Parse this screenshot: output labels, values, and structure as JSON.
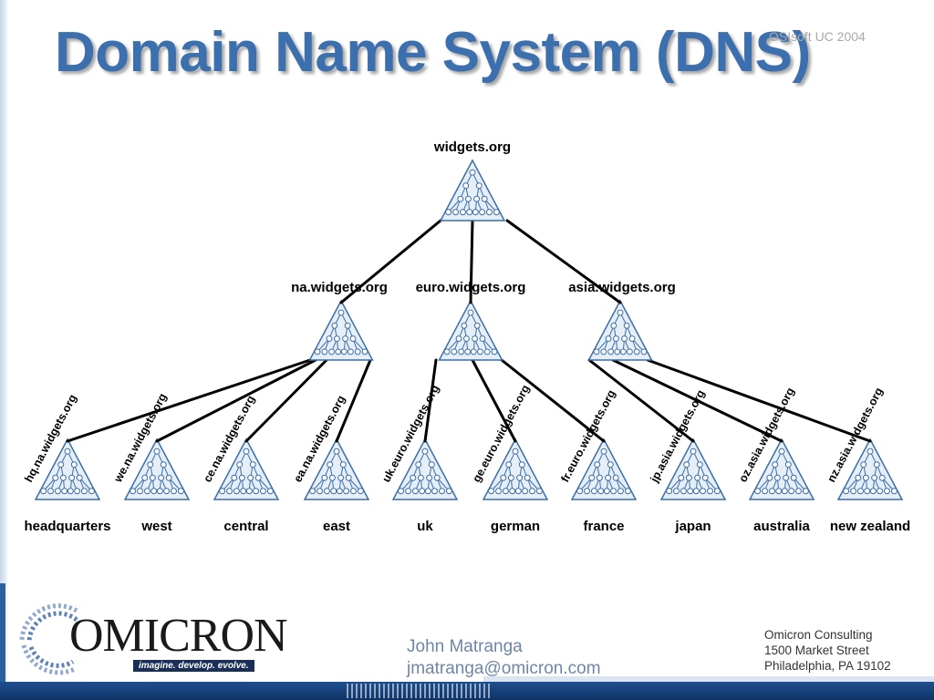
{
  "slide": {
    "title": "Domain Name System (DNS)",
    "watermark": "OSIsoft UC 2004"
  },
  "diagram": {
    "root": {
      "name": "widgets.org"
    },
    "domains": [
      {
        "name": "na.widgets.org"
      },
      {
        "name": "euro.widgets.org"
      },
      {
        "name": "asia.widgets.org"
      }
    ],
    "subdomains": [
      {
        "fqdn": "hq.na.widgets.org",
        "label": "headquarters",
        "parent": 0
      },
      {
        "fqdn": "we.na.widgets.org",
        "label": "west",
        "parent": 0
      },
      {
        "fqdn": "ce.na.widgets.org",
        "label": "central",
        "parent": 0
      },
      {
        "fqdn": "ea.na.widgets.org",
        "label": "east",
        "parent": 0
      },
      {
        "fqdn": "uk.euro.widgets.org",
        "label": "uk",
        "parent": 1
      },
      {
        "fqdn": "ge.euro.widgets.org",
        "label": "german",
        "parent": 1
      },
      {
        "fqdn": "fr.euro.widgets.org",
        "label": "france",
        "parent": 1
      },
      {
        "fqdn": "jp.asia.widgets.org",
        "label": "japan",
        "parent": 2
      },
      {
        "fqdn": "oz.asia.widgets.org",
        "label": "australia",
        "parent": 2
      },
      {
        "fqdn": "nz.asia.widgets.org",
        "label": "new zealand",
        "parent": 2
      }
    ]
  },
  "footer": {
    "logo": {
      "name": "OMICRON",
      "tagline": "imagine. develop. evolve."
    },
    "contact": {
      "name": "John Matranga",
      "email": "jmatranga@omicron.com"
    },
    "address": [
      "Omicron Consulting",
      "1500 Market Street",
      "Philadelphia, PA 19102"
    ]
  },
  "colors": {
    "title": "#3b6fae",
    "node_outline": "#3a6ea8",
    "node_fill": "#e6eef8",
    "edge": "#000000",
    "footer_band": "#1f4f8f"
  }
}
